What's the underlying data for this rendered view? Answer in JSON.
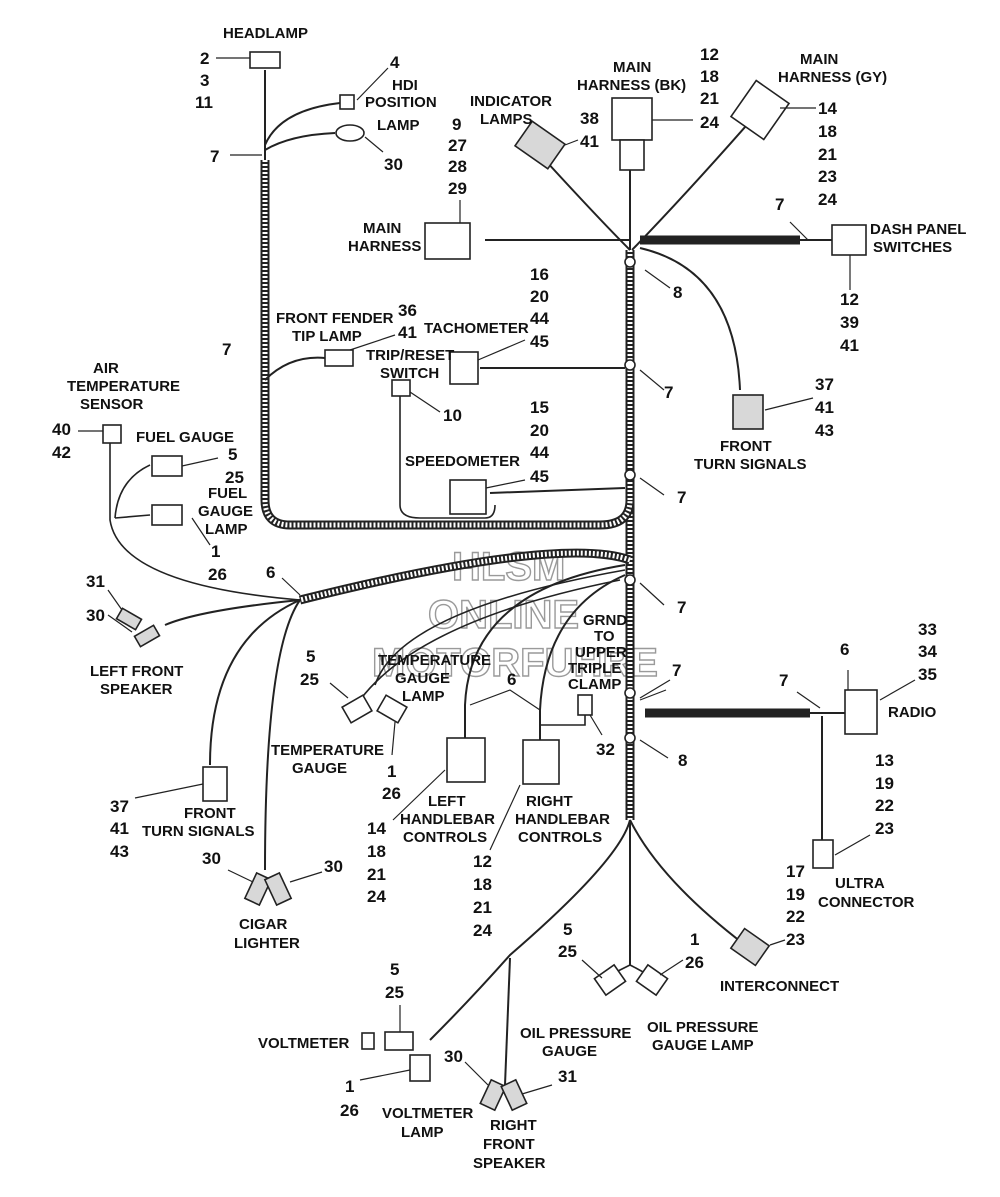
{
  "watermark": [
    "HLSM",
    "ONLINE",
    "MOTORFUHRE"
  ],
  "labels": {
    "headlamp": "HEADLAMP",
    "hdi1": "HDI",
    "hdi2": "POSITION",
    "hdi3": "LAMP",
    "indicator1": "INDICATOR",
    "indicator2": "LAMPS",
    "mainbk1": "MAIN",
    "mainbk2": "HARNESS (BK)",
    "maingy1": "MAIN",
    "maingy2": "HARNESS (GY)",
    "mainh1": "MAIN",
    "mainh2": "HARNESS",
    "dash1": "DASH PANEL",
    "dash2": "SWITCHES",
    "fender1": "FRONT FENDER",
    "fender2": "TIP LAMP",
    "tach": "TACHOMETER",
    "trip1": "TRIP/RESET",
    "trip2": "SWITCH",
    "airtemp1": "AIR",
    "airtemp2": "TEMPERATURE",
    "airtemp3": "SENSOR",
    "fuelgauge": "FUEL GAUGE",
    "fuellamp1": "FUEL",
    "fuellamp2": "GAUGE",
    "fuellamp3": "LAMP",
    "speedo": "SPEEDOMETER",
    "fts_r1": "FRONT",
    "fts_r2": "TURN SIGNALS",
    "lfs1": "LEFT FRONT",
    "lfs2": "SPEAKER",
    "tgl1": "TEMPERATURE",
    "tgl2": "GAUGE",
    "tgl3": "LAMP",
    "grnd1": "GRND",
    "grnd2": "TO",
    "grnd3": "UPPER",
    "grnd4": "TRIPLE",
    "grnd5": "CLAMP",
    "tempg1": "TEMPERATURE",
    "tempg2": "GAUGE",
    "radio": "RADIO",
    "lhc1": "LEFT",
    "lhc2": "HANDLEBAR",
    "lhc3": "CONTROLS",
    "rhc1": "RIGHT",
    "rhc2": "HANDLEBAR",
    "rhc3": "CONTROLS",
    "fts_l1": "FRONT",
    "fts_l2": "TURN SIGNALS",
    "ultra1": "ULTRA",
    "ultra2": "CONNECTOR",
    "cigar1": "CIGAR",
    "cigar2": "LIGHTER",
    "interconnect": "INTERCONNECT",
    "voltmeter": "VOLTMETER",
    "opg1": "OIL PRESSURE",
    "opg2": "GAUGE",
    "opgl1": "OIL PRESSURE",
    "opgl2": "GAUGE LAMP",
    "vl1": "VOLTMETER",
    "vl2": "LAMP",
    "rfs1": "RIGHT",
    "rfs2": "FRONT",
    "rfs3": "SPEAKER"
  },
  "numbers": {
    "hl_2": "2",
    "hl_3": "3",
    "hl_11": "11",
    "hdi_4": "4",
    "lamp_30": "30",
    "top_7": "7",
    "ind_9": "9",
    "ind_27": "27",
    "ind_28": "28",
    "ind_29": "29",
    "ind_38": "38",
    "ind_41": "41",
    "bk_12": "12",
    "bk_18": "18",
    "bk_21": "21",
    "bk_24": "24",
    "gy_14": "14",
    "gy_18": "18",
    "gy_21": "21",
    "gy_23": "23",
    "gy_24": "24",
    "dash_7": "7",
    "dash_12": "12",
    "dash_39": "39",
    "dash_41": "41",
    "clip_8a": "8",
    "ft_36": "36",
    "ft_41": "41",
    "tach_16": "16",
    "tach_20": "20",
    "tach_44": "44",
    "tach_45": "45",
    "side_7a": "7",
    "clip_7b": "7",
    "trip_10": "10",
    "ftsr_37": "37",
    "ftsr_41": "41",
    "ftsr_43": "43",
    "air_40": "40",
    "air_42": "42",
    "fg_5": "5",
    "fg_25": "25",
    "sp_15": "15",
    "sp_20": "20",
    "sp_44": "44",
    "sp_45": "45",
    "clip_7c": "7",
    "fgl_1": "1",
    "fgl_26": "26",
    "loom_6a": "6",
    "lfs_31": "31",
    "lfs_30": "30",
    "clip_7d": "7",
    "tgl_5": "5",
    "tgl_25": "25",
    "hb_6": "6",
    "rad_7a": "7",
    "rad_7b": "7",
    "rad_6": "6",
    "rad_33": "33",
    "rad_34": "34",
    "rad_35": "35",
    "grnd_32": "32",
    "clip_8b": "8",
    "tg_1": "1",
    "tg_26": "26",
    "ftsl_37": "37",
    "ftsl_41": "41",
    "ftsl_43": "43",
    "lhc_14": "14",
    "lhc_18": "18",
    "lhc_21": "21",
    "lhc_24": "24",
    "rhc_12": "12",
    "rhc_18": "18",
    "rhc_21": "21",
    "rhc_24": "24",
    "rad_13": "13",
    "rad_19": "19",
    "rad_22": "22",
    "rad_23": "23",
    "cig_30a": "30",
    "cig_30b": "30",
    "ul_17": "17",
    "ul_19": "19",
    "ul_22": "22",
    "ul_23": "23",
    "opg_5": "5",
    "opg_25": "25",
    "opgl_1": "1",
    "opgl_26": "26",
    "vm_5": "5",
    "vm_25": "25",
    "rfs_30": "30",
    "rfs_31": "31",
    "vl_1": "1",
    "vl_26": "26"
  }
}
